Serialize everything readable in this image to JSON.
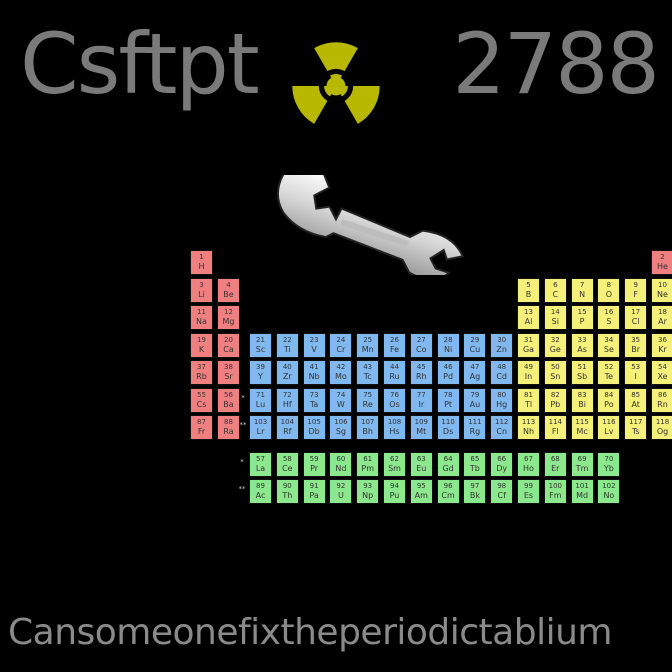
{
  "header": {
    "title": "Csftpt",
    "score": "2788"
  },
  "icons": {
    "radiation": "radiation-icon",
    "wrench": "wrench-icon"
  },
  "caption": "Cansomeonefixtheperiodictablium",
  "colors": {
    "alkali": "#f08080",
    "transition": "#80b8f0",
    "post_transition": "#f5f07a",
    "lanthanide": "#8ce88c",
    "noble_gas": "#f5f07a",
    "radiation_symbol": "#b8b800"
  },
  "periodic_table": {
    "rows": [
      [
        {
          "n": "1",
          "s": "H",
          "c": "alkali",
          "col": 1
        },
        {
          "n": "2",
          "s": "He",
          "c": "alkali",
          "col": 18
        }
      ],
      [
        {
          "n": "3",
          "s": "Li",
          "c": "alkali",
          "col": 1
        },
        {
          "n": "4",
          "s": "Be",
          "c": "alkali",
          "col": 2
        },
        {
          "n": "5",
          "s": "B",
          "c": "post_transition",
          "col": 13
        },
        {
          "n": "6",
          "s": "C",
          "c": "post_transition",
          "col": 14
        },
        {
          "n": "7",
          "s": "N",
          "c": "post_transition",
          "col": 15
        },
        {
          "n": "8",
          "s": "O",
          "c": "post_transition",
          "col": 16
        },
        {
          "n": "9",
          "s": "F",
          "c": "post_transition",
          "col": 17
        },
        {
          "n": "10",
          "s": "Ne",
          "c": "post_transition",
          "col": 18
        }
      ],
      [
        {
          "n": "11",
          "s": "Na",
          "c": "alkali",
          "col": 1
        },
        {
          "n": "12",
          "s": "Mg",
          "c": "alkali",
          "col": 2
        },
        {
          "n": "13",
          "s": "Al",
          "c": "post_transition",
          "col": 13
        },
        {
          "n": "14",
          "s": "Si",
          "c": "post_transition",
          "col": 14
        },
        {
          "n": "15",
          "s": "P",
          "c": "post_transition",
          "col": 15
        },
        {
          "n": "16",
          "s": "S",
          "c": "post_transition",
          "col": 16
        },
        {
          "n": "17",
          "s": "Cl",
          "c": "post_transition",
          "col": 17
        },
        {
          "n": "18",
          "s": "Ar",
          "c": "post_transition",
          "col": 18
        }
      ],
      [
        {
          "n": "19",
          "s": "K",
          "c": "alkali",
          "col": 1
        },
        {
          "n": "20",
          "s": "Ca",
          "c": "alkali",
          "col": 2
        },
        {
          "n": "21",
          "s": "Sc",
          "c": "transition",
          "col": 3
        },
        {
          "n": "22",
          "s": "Ti",
          "c": "transition",
          "col": 4
        },
        {
          "n": "23",
          "s": "V",
          "c": "transition",
          "col": 5
        },
        {
          "n": "24",
          "s": "Cr",
          "c": "transition",
          "col": 6
        },
        {
          "n": "25",
          "s": "Mn",
          "c": "transition",
          "col": 7
        },
        {
          "n": "26",
          "s": "Fe",
          "c": "transition",
          "col": 8
        },
        {
          "n": "27",
          "s": "Co",
          "c": "transition",
          "col": 9
        },
        {
          "n": "28",
          "s": "Ni",
          "c": "transition",
          "col": 10
        },
        {
          "n": "29",
          "s": "Cu",
          "c": "transition",
          "col": 11
        },
        {
          "n": "30",
          "s": "Zn",
          "c": "transition",
          "col": 12
        },
        {
          "n": "31",
          "s": "Ga",
          "c": "post_transition",
          "col": 13
        },
        {
          "n": "32",
          "s": "Ge",
          "c": "post_transition",
          "col": 14
        },
        {
          "n": "33",
          "s": "As",
          "c": "post_transition",
          "col": 15
        },
        {
          "n": "34",
          "s": "Se",
          "c": "post_transition",
          "col": 16
        },
        {
          "n": "35",
          "s": "Br",
          "c": "post_transition",
          "col": 17
        },
        {
          "n": "36",
          "s": "Kr",
          "c": "post_transition",
          "col": 18
        }
      ],
      [
        {
          "n": "37",
          "s": "Rb",
          "c": "alkali",
          "col": 1
        },
        {
          "n": "38",
          "s": "Sr",
          "c": "alkali",
          "col": 2
        },
        {
          "n": "39",
          "s": "Y",
          "c": "transition",
          "col": 3
        },
        {
          "n": "40",
          "s": "Zr",
          "c": "transition",
          "col": 4
        },
        {
          "n": "41",
          "s": "Nb",
          "c": "transition",
          "col": 5
        },
        {
          "n": "42",
          "s": "Mo",
          "c": "transition",
          "col": 6
        },
        {
          "n": "43",
          "s": "Tc",
          "c": "transition",
          "col": 7
        },
        {
          "n": "44",
          "s": "Ru",
          "c": "transition",
          "col": 8
        },
        {
          "n": "45",
          "s": "Rh",
          "c": "transition",
          "col": 9
        },
        {
          "n": "46",
          "s": "Pd",
          "c": "transition",
          "col": 10
        },
        {
          "n": "47",
          "s": "Ag",
          "c": "transition",
          "col": 11
        },
        {
          "n": "48",
          "s": "Cd",
          "c": "transition",
          "col": 12
        },
        {
          "n": "49",
          "s": "In",
          "c": "post_transition",
          "col": 13
        },
        {
          "n": "50",
          "s": "Sn",
          "c": "post_transition",
          "col": 14
        },
        {
          "n": "51",
          "s": "Sb",
          "c": "post_transition",
          "col": 15
        },
        {
          "n": "52",
          "s": "Te",
          "c": "post_transition",
          "col": 16
        },
        {
          "n": "53",
          "s": "I",
          "c": "post_transition",
          "col": 17
        },
        {
          "n": "54",
          "s": "Xe",
          "c": "post_transition",
          "col": 18
        }
      ],
      [
        {
          "n": "55",
          "s": "Cs",
          "c": "alkali",
          "col": 1
        },
        {
          "n": "56",
          "s": "Ba",
          "c": "alkali",
          "col": 2
        },
        {
          "n": "71",
          "s": "Lu",
          "c": "transition",
          "col": 3
        },
        {
          "n": "72",
          "s": "Hf",
          "c": "transition",
          "col": 4
        },
        {
          "n": "73",
          "s": "Ta",
          "c": "transition",
          "col": 5
        },
        {
          "n": "74",
          "s": "W",
          "c": "transition",
          "col": 6
        },
        {
          "n": "75",
          "s": "Re",
          "c": "transition",
          "col": 7
        },
        {
          "n": "76",
          "s": "Os",
          "c": "transition",
          "col": 8
        },
        {
          "n": "77",
          "s": "Ir",
          "c": "transition",
          "col": 9
        },
        {
          "n": "78",
          "s": "Pt",
          "c": "transition",
          "col": 10
        },
        {
          "n": "79",
          "s": "Au",
          "c": "transition",
          "col": 11
        },
        {
          "n": "80",
          "s": "Hg",
          "c": "transition",
          "col": 12
        },
        {
          "n": "81",
          "s": "Tl",
          "c": "post_transition",
          "col": 13
        },
        {
          "n": "82",
          "s": "Pb",
          "c": "post_transition",
          "col": 14
        },
        {
          "n": "83",
          "s": "Bi",
          "c": "post_transition",
          "col": 15
        },
        {
          "n": "84",
          "s": "Po",
          "c": "post_transition",
          "col": 16
        },
        {
          "n": "85",
          "s": "At",
          "c": "post_transition",
          "col": 17
        },
        {
          "n": "86",
          "s": "Rn",
          "c": "post_transition",
          "col": 18
        }
      ],
      [
        {
          "n": "87",
          "s": "Fr",
          "c": "alkali",
          "col": 1
        },
        {
          "n": "88",
          "s": "Ra",
          "c": "alkali",
          "col": 2
        },
        {
          "n": "103",
          "s": "Lr",
          "c": "transition",
          "col": 3
        },
        {
          "n": "104",
          "s": "Rf",
          "c": "transition",
          "col": 4
        },
        {
          "n": "105",
          "s": "Db",
          "c": "transition",
          "col": 5
        },
        {
          "n": "106",
          "s": "Sg",
          "c": "transition",
          "col": 6
        },
        {
          "n": "107",
          "s": "Bh",
          "c": "transition",
          "col": 7
        },
        {
          "n": "108",
          "s": "Hs",
          "c": "transition",
          "col": 8
        },
        {
          "n": "109",
          "s": "Mt",
          "c": "transition",
          "col": 9
        },
        {
          "n": "110",
          "s": "Ds",
          "c": "transition",
          "col": 10
        },
        {
          "n": "111",
          "s": "Rg",
          "c": "transition",
          "col": 11
        },
        {
          "n": "112",
          "s": "Cn",
          "c": "transition",
          "col": 12
        },
        {
          "n": "113",
          "s": "Nh",
          "c": "post_transition",
          "col": 13
        },
        {
          "n": "114",
          "s": "Fl",
          "c": "post_transition",
          "col": 14
        },
        {
          "n": "115",
          "s": "Mc",
          "c": "post_transition",
          "col": 15
        },
        {
          "n": "116",
          "s": "Lv",
          "c": "post_transition",
          "col": 16
        },
        {
          "n": "117",
          "s": "Ts",
          "c": "post_transition",
          "col": 17
        },
        {
          "n": "118",
          "s": "Og",
          "c": "post_transition",
          "col": 18
        }
      ]
    ],
    "f_block": [
      [
        {
          "n": "57",
          "s": "La"
        },
        {
          "n": "58",
          "s": "Ce"
        },
        {
          "n": "59",
          "s": "Pr"
        },
        {
          "n": "60",
          "s": "Nd"
        },
        {
          "n": "61",
          "s": "Pm"
        },
        {
          "n": "62",
          "s": "Sm"
        },
        {
          "n": "63",
          "s": "Eu"
        },
        {
          "n": "64",
          "s": "Gd"
        },
        {
          "n": "65",
          "s": "Tb"
        },
        {
          "n": "66",
          "s": "Dy"
        },
        {
          "n": "67",
          "s": "Ho"
        },
        {
          "n": "68",
          "s": "Er"
        },
        {
          "n": "69",
          "s": "Tm"
        },
        {
          "n": "70",
          "s": "Yb"
        }
      ],
      [
        {
          "n": "89",
          "s": "Ac"
        },
        {
          "n": "90",
          "s": "Th"
        },
        {
          "n": "91",
          "s": "Pa"
        },
        {
          "n": "92",
          "s": "U"
        },
        {
          "n": "93",
          "s": "Np"
        },
        {
          "n": "94",
          "s": "Pu"
        },
        {
          "n": "95",
          "s": "Am"
        },
        {
          "n": "96",
          "s": "Cm"
        },
        {
          "n": "97",
          "s": "Bk"
        },
        {
          "n": "98",
          "s": "Cf"
        },
        {
          "n": "99",
          "s": "Es"
        },
        {
          "n": "100",
          "s": "Fm"
        },
        {
          "n": "101",
          "s": "Md"
        },
        {
          "n": "102",
          "s": "No"
        }
      ]
    ],
    "markers": {
      "lanthanide": "*",
      "actinide": "**"
    }
  }
}
